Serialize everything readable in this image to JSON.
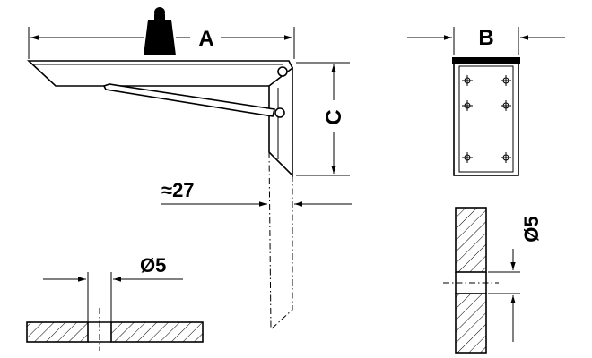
{
  "labels": {
    "dim_a": "A",
    "dim_b": "B",
    "dim_c": "C",
    "dim_27": "≈27",
    "dim_d5_horizontal": "Ø5",
    "dim_d5_vertical": "Ø5"
  }
}
